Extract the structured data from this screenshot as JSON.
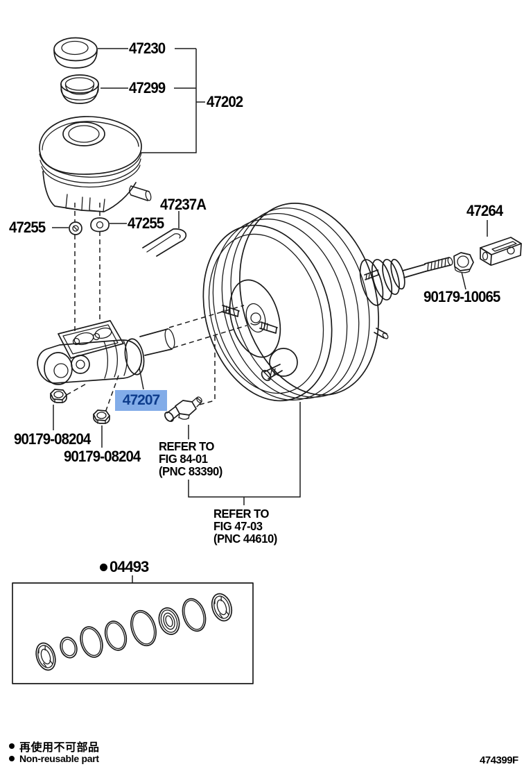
{
  "diagram_title": "Brake master cylinder and booster parts diagram",
  "colors": {
    "line": "#1a1a1a",
    "highlight_bg": "#82ACE8",
    "highlight_text": "#0D3C8C"
  },
  "labels": {
    "p47230": "47230",
    "p47299": "47299",
    "p47202": "47202",
    "p47237a": "47237A",
    "p47255_left": "47255",
    "p47255_right": "47255",
    "p47264": "47264",
    "p90179_10065": "90179-10065",
    "p47207": "47207",
    "p90179_08204_a": "90179-08204",
    "p90179_08204_b": "90179-08204"
  },
  "notes": {
    "refer_fig84": "REFER TO\nFIG 84-01\n(PNC 83390)",
    "refer_fig47": "REFER TO\nFIG 47-03\n(PNC 44610)"
  },
  "kit": {
    "number": "04493"
  },
  "legend": {
    "jp": "再使用不可部品",
    "en": "Non-reusable part"
  },
  "footer": {
    "doc_code": "474399F"
  }
}
